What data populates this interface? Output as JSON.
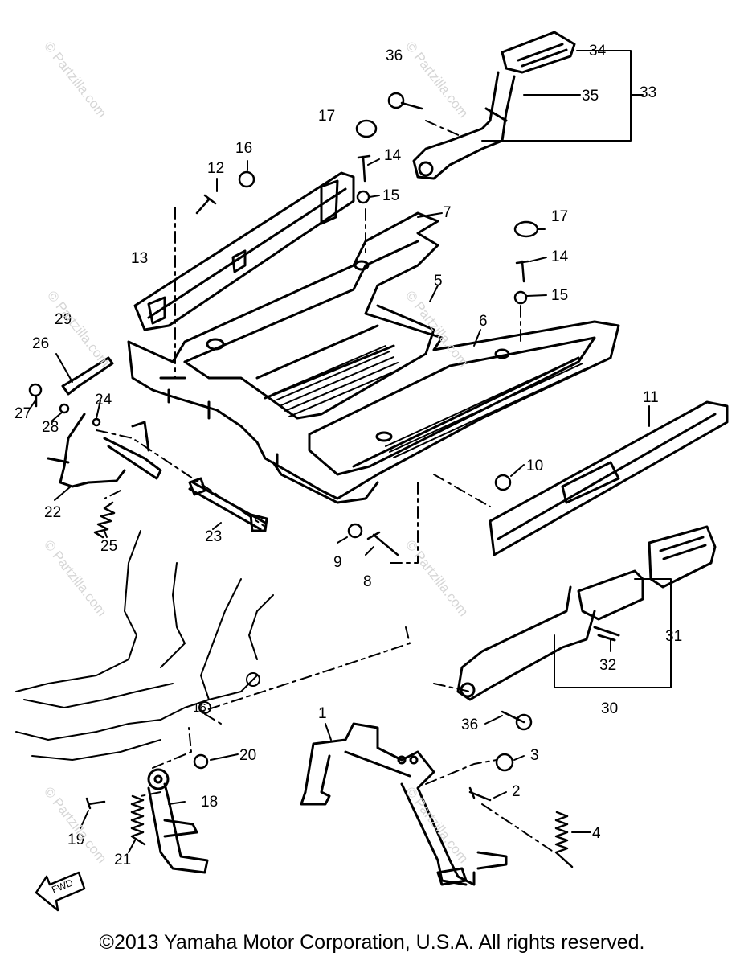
{
  "diagram": {
    "labels": {
      "l1": "1",
      "l2": "2",
      "l3": "3",
      "l4": "4",
      "l5": "5",
      "l6": "6",
      "l7": "7",
      "l8": "8",
      "l9": "9",
      "l10": "10",
      "l11": "11",
      "l12": "12",
      "l13": "13",
      "l14a": "14",
      "l14b": "14",
      "l15a": "15",
      "l15b": "15",
      "l16": "16",
      "l17a": "17",
      "l17b": "17",
      "l18": "18",
      "l19": "19",
      "l20": "20",
      "l21": "21",
      "l22": "22",
      "l23": "23",
      "l24": "24",
      "l25": "25",
      "l26": "26",
      "l27": "27",
      "l28": "28",
      "l29": "29",
      "l30": "30",
      "l31": "31",
      "l32": "32",
      "l33": "33",
      "l34": "34",
      "l35": "35",
      "l36a": "36",
      "l36b": "36",
      "l16b": "16"
    },
    "fwd_label": "FWD",
    "watermark": "© Partzilla.com",
    "copyright": "©2013  Yamaha Motor Corporation, U.S.A. All rights reserved."
  }
}
